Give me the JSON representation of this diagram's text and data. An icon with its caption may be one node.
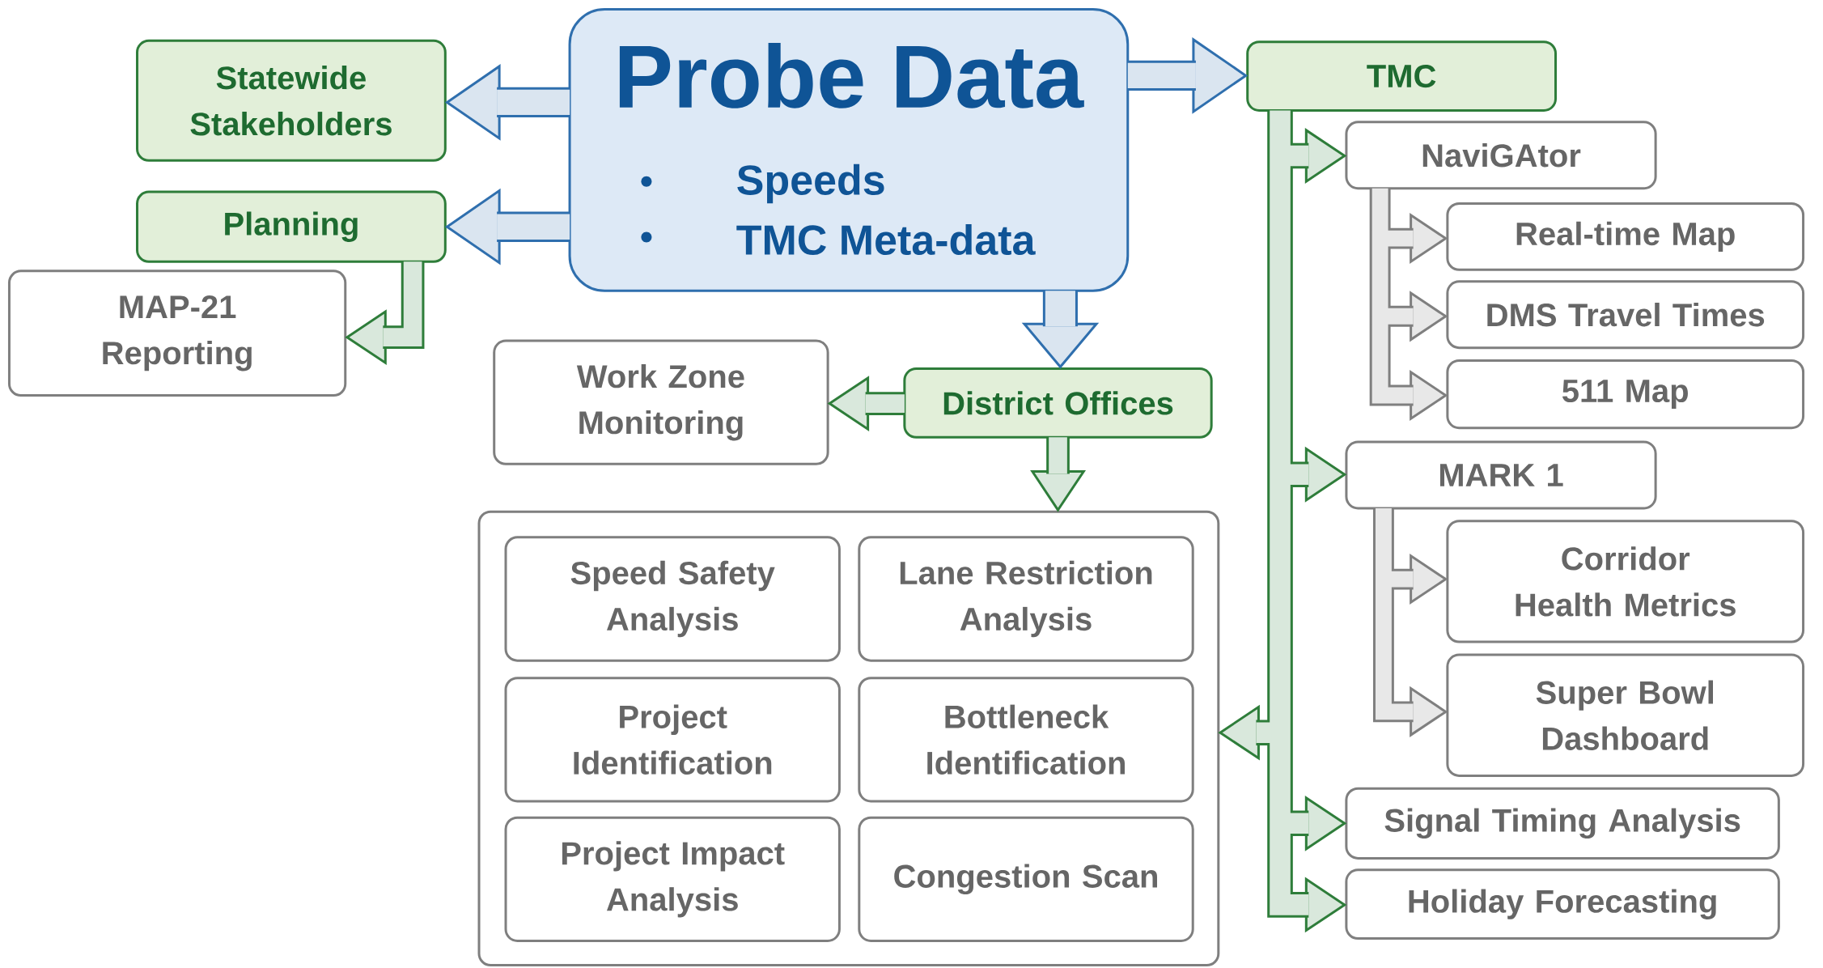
{
  "diagram": {
    "nodes": [
      {
        "text": [
          "Probe Data",
          "Speeds",
          "TMC Meta-data"
        ]
      },
      {
        "text": [
          "Statewide Stakeholders"
        ]
      },
      {
        "text": [
          "Planning"
        ]
      },
      {
        "text": [
          "MAP-21 Reporting"
        ]
      },
      {
        "text": [
          "TMC"
        ]
      },
      {
        "text": [
          "NaviGAtor"
        ]
      },
      {
        "text": [
          "Real-time Map"
        ]
      },
      {
        "text": [
          "DMS Travel Times"
        ]
      },
      {
        "text": [
          "511 Map"
        ]
      },
      {
        "text": [
          "MARK 1"
        ]
      },
      {
        "text": [
          "Corridor Health Metrics"
        ]
      },
      {
        "text": [
          "Super Bowl Dashboard"
        ]
      },
      {
        "text": [
          "Signal Timing Analysis"
        ]
      },
      {
        "text": [
          "Holiday Forecasting"
        ]
      },
      {
        "text": [
          "District Offices"
        ]
      },
      {
        "text": [
          "Work Zone Monitoring"
        ]
      },
      {
        "text": [],
        "shape": "box"
      },
      {
        "text": [
          "Speed Safety Analysis"
        ],
        "in": 16
      },
      {
        "text": [
          "Lane Restriction Analysis"
        ],
        "in": 16
      },
      {
        "text": [
          "Project Identification"
        ],
        "in": 16
      },
      {
        "text": [
          "Bottleneck Identification"
        ],
        "in": 16
      },
      {
        "text": [
          "Project Impact Analysis"
        ],
        "in": 16
      },
      {
        "text": [
          "Congestion Scan"
        ],
        "in": 16
      }
    ],
    "edges": [
      {
        "from": 0,
        "to": 1,
        "arrow": "to",
        "color": "#2f6fae"
      },
      {
        "from": 0,
        "to": 2,
        "arrow": "to",
        "color": "#2f6fae"
      },
      {
        "from": 0,
        "to": 4,
        "arrow": "to",
        "color": "#2f6fae"
      },
      {
        "from": 0,
        "to": 14,
        "arrow": "to",
        "color": "#2f6fae"
      },
      {
        "from": 2,
        "to": 3,
        "arrow": "to"
      },
      {
        "from": 14,
        "to": 15,
        "arrow": "to"
      },
      {
        "from": 14,
        "to": 16,
        "arrow": "to"
      },
      {
        "from": 4,
        "to": 5,
        "arrow": "to"
      },
      {
        "from": 4,
        "to": 9,
        "arrow": "to"
      },
      {
        "from": 4,
        "to": 12,
        "arrow": "to"
      },
      {
        "from": 4,
        "to": 13,
        "arrow": "to"
      },
      {
        "from": 4,
        "to": 16,
        "arrow": "to"
      },
      {
        "from": 5,
        "to": 6,
        "arrow": "to",
        "color": "#7f7f7f"
      },
      {
        "from": 5,
        "to": 7,
        "arrow": "to",
        "color": "#7f7f7f"
      },
      {
        "from": 5,
        "to": 8,
        "arrow": "to",
        "color": "#7f7f7f"
      },
      {
        "from": 9,
        "to": 10,
        "arrow": "to",
        "color": "#7f7f7f"
      },
      {
        "from": 9,
        "to": 11,
        "arrow": "to",
        "color": "#7f7f7f"
      }
    ]
  }
}
